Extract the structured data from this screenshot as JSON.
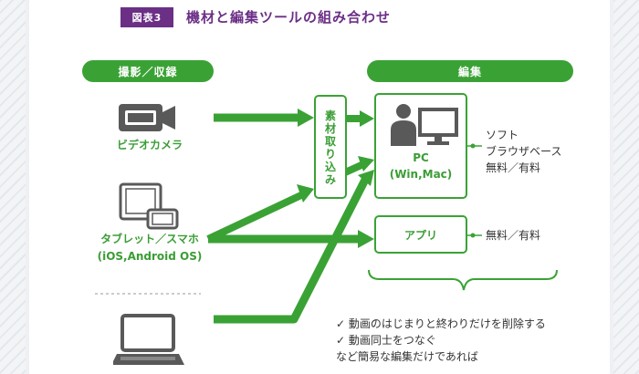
{
  "header": {
    "badge": "図表3",
    "title": "機材と編集ツールの組み合わせ"
  },
  "sections": {
    "capture_label": "撮影／収録",
    "edit_label": "編集"
  },
  "devices": {
    "camera": "ビデオカメラ",
    "tablet_line1": "タブレット／スマホ",
    "tablet_line2": "(iOS,Android OS)"
  },
  "import_box": {
    "chars": [
      "素",
      "材",
      "取",
      "り",
      "込",
      "み"
    ]
  },
  "pc_box": {
    "line1": "PC",
    "line2": "(Win,Mac)"
  },
  "app_box": {
    "label": "アプリ"
  },
  "pc_notes": {
    "line1": "ソフト",
    "line2": "ブラウザベース",
    "line3": "無料／有料"
  },
  "app_notes": {
    "line1": "無料／有料"
  },
  "bottom_notes": {
    "check1": "動画のはじまりと終わりだけを削除する",
    "check2": "動画同士をつなぐ",
    "line3": "など簡易な編集だけであれば"
  },
  "colors": {
    "accent_green": "#3aa235",
    "header_purple": "#6b2f86",
    "icon_gray": "#595959"
  }
}
